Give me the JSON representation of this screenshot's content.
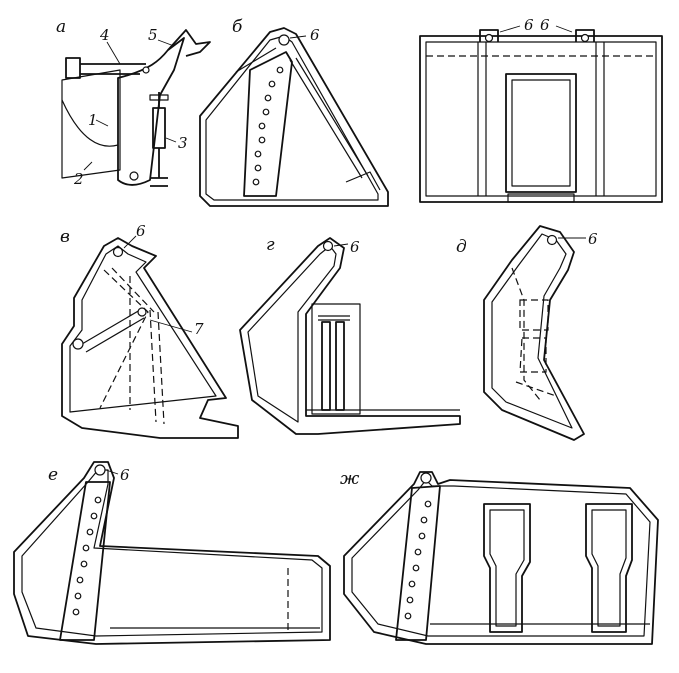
{
  "panel_labels": {
    "a": "а",
    "b": "б",
    "v": "в",
    "g": "г",
    "d": "д",
    "e": "е",
    "zh": "ж"
  },
  "callouts": {
    "n1": "1",
    "n2": "2",
    "n3": "3",
    "n4": "4",
    "n5": "5",
    "b6": "6",
    "c6a": "6",
    "c6b": "6",
    "v6": "6",
    "n7": "7",
    "g6": "6",
    "d6": "6",
    "e6": "6"
  }
}
